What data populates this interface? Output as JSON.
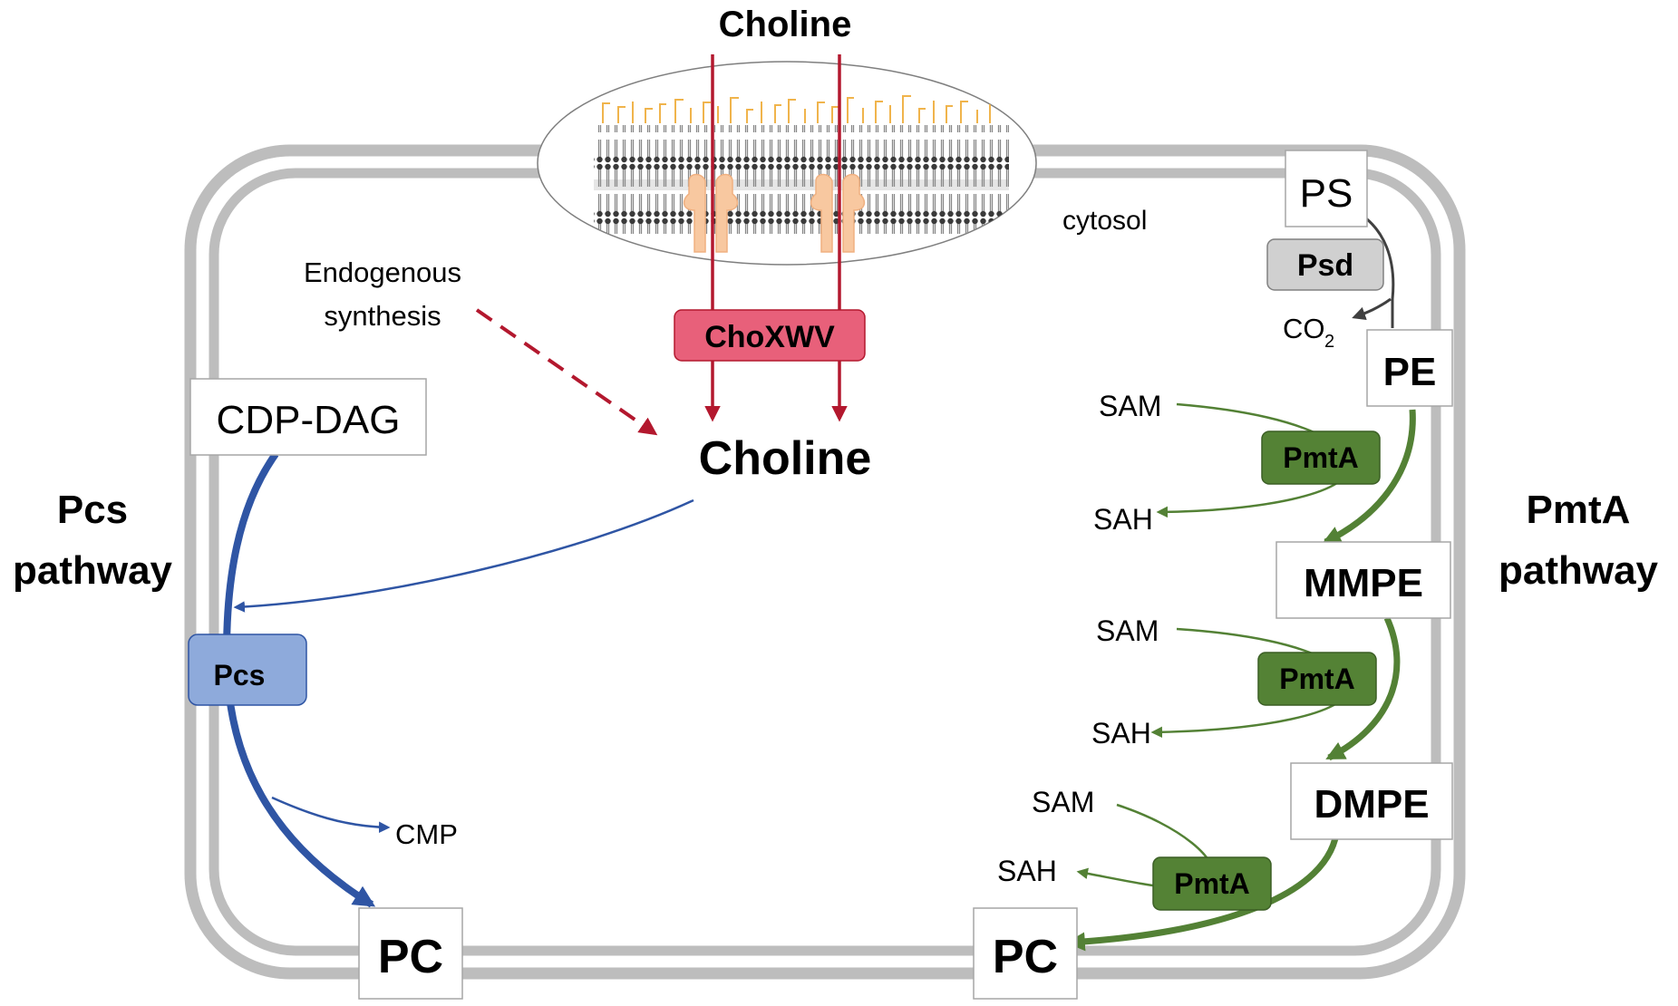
{
  "labels": {
    "choline_top": "Choline",
    "cytosol": "cytosol",
    "endogenous_line1": "Endogenous",
    "endogenous_line2": "synthesis",
    "choline_center": "Choline",
    "pcs_pathway_line1": "Pcs",
    "pcs_pathway_line2": "pathway",
    "pmta_pathway_line1": "PmtA",
    "pmta_pathway_line2": "pathway",
    "co2_main": "CO",
    "co2_sub": "2",
    "cmp": "CMP",
    "sam_1": "SAM",
    "sah_1": "SAH",
    "sam_2": "SAM",
    "sah_2": "SAH",
    "sam_3": "SAM",
    "sah_3": "SAH"
  },
  "boxes": {
    "ps": "PS",
    "pe": "PE",
    "mmpe": "MMPE",
    "dmpe": "DMPE",
    "pc_left": "PC",
    "pc_right": "PC",
    "cdp_dag": "CDP-DAG"
  },
  "enzymes": {
    "choxwv": "ChoXWV",
    "psd": "Psd",
    "pcs": "Pcs",
    "pmta_1": "PmtA",
    "pmta_2": "PmtA",
    "pmta_3": "PmtA"
  },
  "colors": {
    "membrane": "#bdbdbd",
    "red_arrow": "#b3182e",
    "choxwv_fill": "#e8607a",
    "blue_arrow": "#2f55a4",
    "pcs_fill": "#8eaadb",
    "green_arrow": "#538135",
    "pmta_fill": "#548235",
    "psd_fill": "#d0d0d0",
    "lipid_head": "#f0b44c",
    "transporter": "#f8c8a0"
  }
}
